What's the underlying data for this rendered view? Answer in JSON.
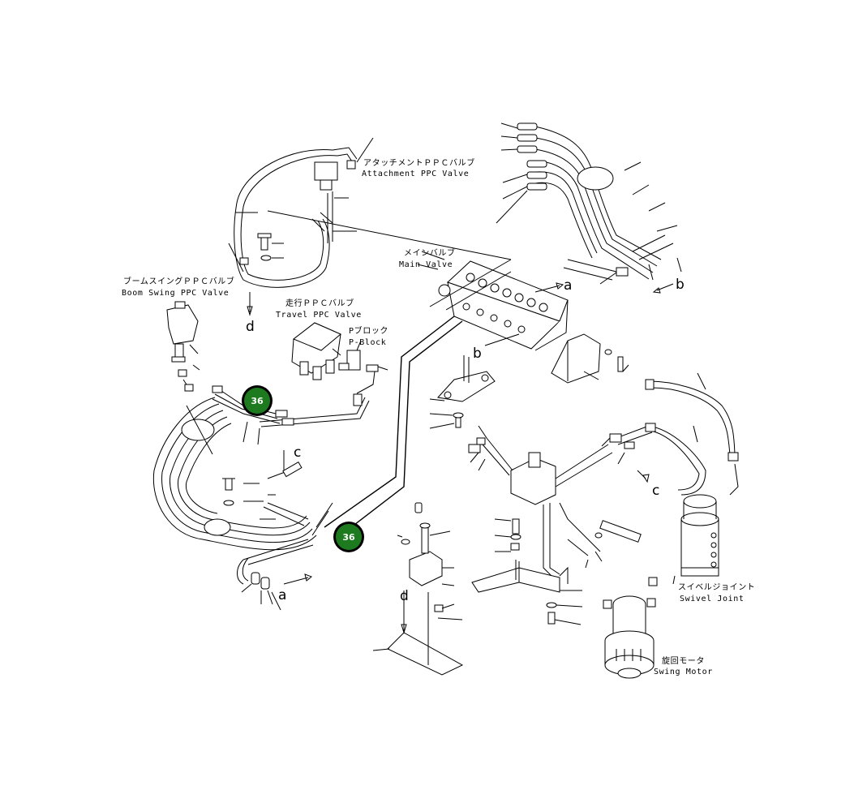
{
  "labels": {
    "attachment_jp": "アタッチメントＰＰＣバルブ",
    "attachment_en": "Attachment PPC Valve",
    "main_jp": "メインバルブ",
    "main_en": "Main Valve",
    "boom_jp": "ブームスイングＰＰＣバルブ",
    "boom_en": "Boom Swing PPC Valve",
    "travel_jp": "走行ＰＰＣバルブ",
    "travel_en": "Travel PPC Valve",
    "pblock_jp": "Pブロック",
    "pblock_en": "P-Block",
    "swivel_jp": "スイベルジョイント",
    "swivel_en": "Swivel Joint",
    "swing_jp": "旋回モータ",
    "swing_en": "Swing Motor"
  },
  "connectors": {
    "a": "a",
    "b": "b",
    "c": "c",
    "d": "d"
  },
  "markers": [
    {
      "label": "36",
      "color": "#1e7a1e"
    },
    {
      "label": "36",
      "color": "#1e7a1e"
    }
  ]
}
